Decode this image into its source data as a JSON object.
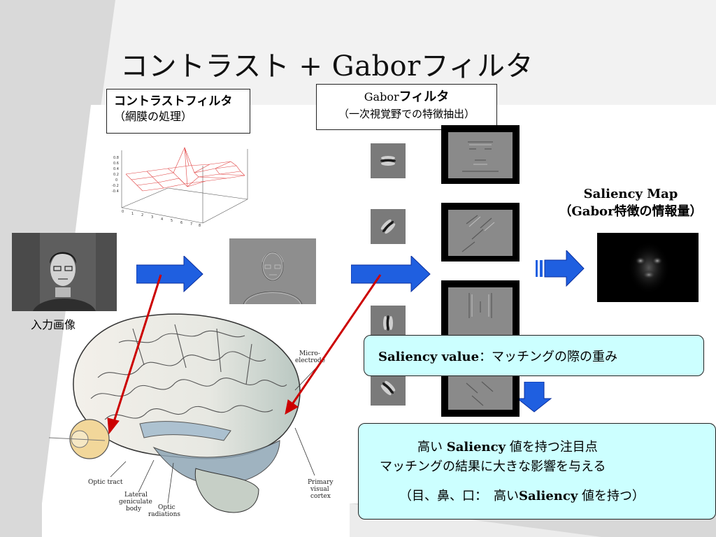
{
  "slide": {
    "title": "コントラスト + Gaborフィルタ",
    "contrast_box": {
      "title": "コントラストフィルタ",
      "subtitle": "（網膜の処理）"
    },
    "gabor_box": {
      "title_latin": "Gabor",
      "title_jp": "フィルタ",
      "subtitle": "（一次視覚野での特徴抽出）"
    },
    "saliency_map": {
      "line1": "Saliency Map",
      "line2": "（Gabor特徴の情報量）"
    },
    "input_label": "入力画像",
    "callout_value": {
      "bold": "Saliency value",
      "text": "：マッチングの際の重み"
    },
    "callout_result": {
      "line1_pre": "高い ",
      "line1_bold": "Saliency",
      "line1_post": " 値を持つ注目点",
      "line2": "マッチングの結果に大きな影響を与える",
      "line3_pre": "（目、鼻、口：　高い",
      "line3_bold": "Saliency",
      "line3_post": " 値を持つ）"
    },
    "brain_labels": {
      "micro": "Micro-",
      "electrode": "electrode",
      "optic_tract": "Optic tract",
      "lgn1": "Lateral",
      "lgn2": "geniculate",
      "lgn3": "body",
      "rad1": "Optic",
      "rad2": "radiations",
      "pvc1": "Primary",
      "pvc2": "visual",
      "pvc3": "cortex"
    },
    "plot_ticks": [
      "0.8",
      "0.6",
      "0.4",
      "0.2",
      "0",
      "-0.2",
      "-0.4"
    ],
    "plot_xticks": [
      "0",
      "1",
      "2",
      "3",
      "4",
      "5",
      "6",
      "7",
      "8"
    ],
    "colors": {
      "arrow_blue": "#1f5fe0",
      "callout_fill": "#ccffff",
      "pointer_red": "#cc0000"
    },
    "icons": [
      "arrow-right-icon",
      "arrow-down-icon"
    ]
  }
}
